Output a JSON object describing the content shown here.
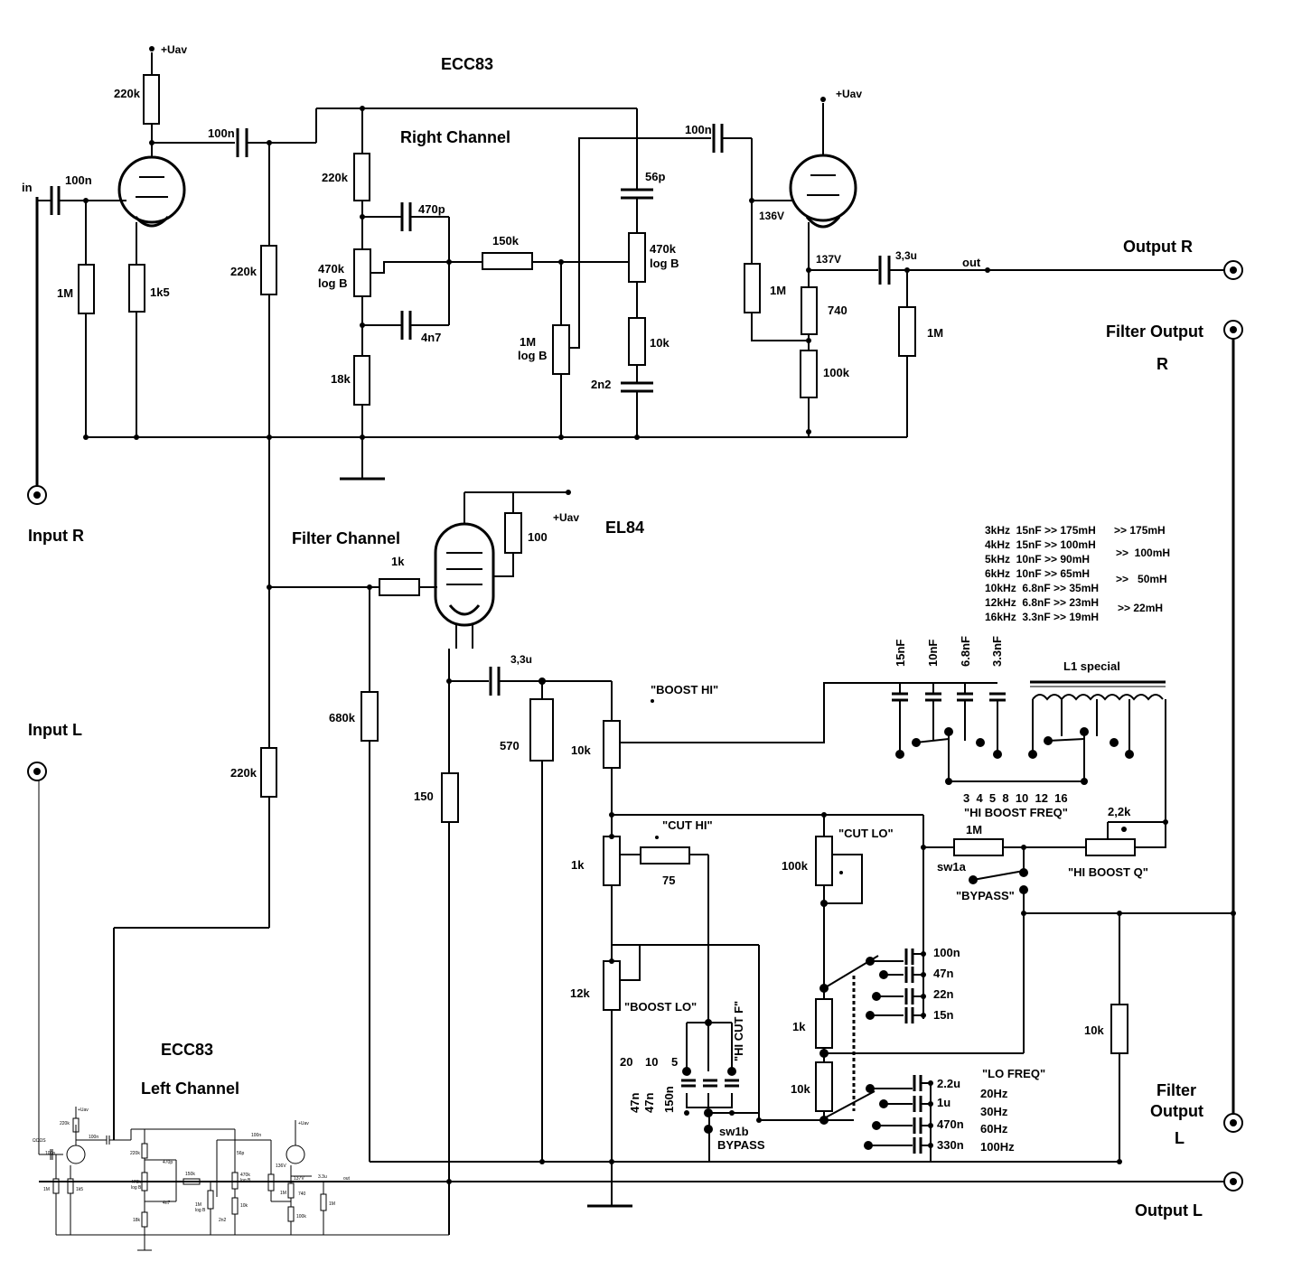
{
  "tubes": {
    "ecc83_top": "ECC83",
    "el84": "EL84",
    "ecc83_left": "ECC83"
  },
  "channels": {
    "right": "Right Channel",
    "filter": "Filter Channel",
    "left": "Left Channel"
  },
  "io": {
    "input_r": "Input  R",
    "input_l": "Input  L",
    "output_r": "Output  R",
    "output_l": "Output  L",
    "filter_out_r_1": "Filter Output",
    "filter_out_r_2": "R",
    "filter_out_l_1": "Filter",
    "filter_out_l_2": "Output",
    "filter_out_l_3": "L",
    "in": "in",
    "out": "out",
    "uav": "+Uav"
  },
  "right_channel": {
    "r_plate": "220k",
    "c_in": "100n",
    "r_grid": "1M",
    "r_cath": "1k5",
    "c_couple": "100n",
    "r_bias": "220k",
    "r_tone_top": "220k",
    "c_470p": "470p",
    "pot_bass": "470k\nlog B",
    "c_4n7": "4n7",
    "r_18k": "18k",
    "r_150k": "150k",
    "pot_1m": "1M\nlog B",
    "c_56p": "56p",
    "pot_treble": "470k\nlog B",
    "r_10k": "10k",
    "c_2n2": "2n2",
    "c_out_couple": "100n",
    "v_grid": "136V",
    "v_cath": "137V",
    "r_grid2": "1M",
    "r_740": "740",
    "r_100k": "100k",
    "c_out": "3,3u",
    "r_out": "1M"
  },
  "filter_channel": {
    "r_bias": "220k",
    "r_1k": "1k",
    "r_680k": "680k",
    "r_100": "100",
    "c_3u3": "3,3u",
    "r_570": "570",
    "r_150": "150",
    "pot_boost_hi": "10k",
    "label_boost_hi": "\"BOOST HI\"",
    "pot_cut_hi": "1k",
    "label_cut_hi": "\"CUT HI\"",
    "r_75": "75",
    "pot_boost_lo": "12k",
    "label_boost_lo": "\"BOOST LO\"",
    "pot_cut_lo": "100k",
    "label_cut_lo": "\"CUT LO\"",
    "r_1m": "1M",
    "sw1a": "sw1a",
    "bypass": "\"BYPASS\"",
    "pot_hi_q": "2,2k",
    "label_hi_q": "\"HI BOOST Q\"",
    "r_1k_b": "1k",
    "r_10k_b": "10k",
    "r_10k_out": "10k",
    "label_hi_cut_f": "\"HI CUT F\"",
    "hi_cut_freqs": [
      "20",
      "10",
      "5"
    ],
    "hi_cut_caps": [
      "47n",
      "47n",
      "150n"
    ],
    "sw1b": "sw1b",
    "sw1b_bypass": "BYPASS",
    "boost_caps": [
      "15nF",
      "10nF",
      "6.8nF",
      "3.3nF"
    ],
    "l1": "L1 special",
    "hi_boost_freqs": "3  4  5  8  10  12  16",
    "label_hi_boost_freq": "\"HI BOOST FREQ\"",
    "cut_lo_caps": [
      "100n",
      "47n",
      "22n",
      "15n"
    ],
    "boost_lo_caps": [
      "2.2u",
      "1u",
      "470n",
      "330n"
    ],
    "label_lo_freq": "\"LO FREQ\"",
    "lo_freqs": [
      "20Hz",
      "30Hz",
      "60Hz",
      "100Hz"
    ]
  },
  "freq_table": [
    {
      "row": "3kHz  15nF >> 175mH",
      "result": ">> 175mH"
    },
    {
      "row": "4kHz  15nF >> 100mH",
      "result": ">>  100mH"
    },
    {
      "row": "5kHz  10nF >> 90mH",
      "result": ""
    },
    {
      "row": "6kHz  10nF >> 65mH",
      "result": ">>   50mH"
    },
    {
      "row": "10kHz  6.8nF >> 35mH",
      "result": ""
    },
    {
      "row": "12kHz  6.8nF >> 23mH",
      "result": ">> 22mH"
    },
    {
      "row": "16kHz  3.3nF >> 19mH",
      "result": ""
    }
  ]
}
